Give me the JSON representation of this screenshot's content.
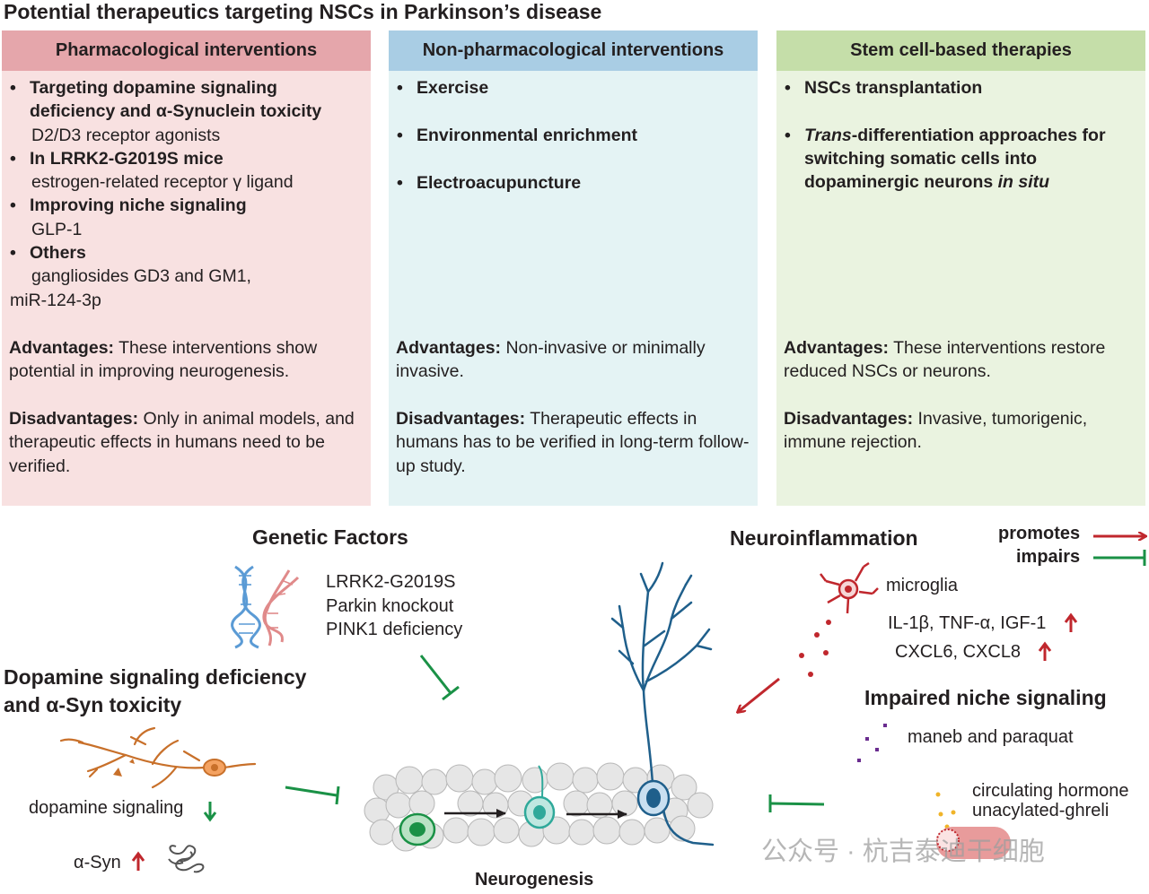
{
  "title": "Potential therapeutics targeting NSCs in Parkinson’s disease",
  "panels": {
    "pharmacological": {
      "heading": "Pharmacological interventions",
      "items": [
        {
          "title_lines": [
            "Targeting dopamine signaling",
            "deficiency and α-Synuclein toxicity"
          ],
          "sub": "D2/D3 receptor agonists"
        },
        {
          "title_lines": [
            "In LRRK2-G2019S mice"
          ],
          "sub": "estrogen-related receptor γ ligand"
        },
        {
          "title_lines": [
            "Improving niche signaling"
          ],
          "sub": "GLP-1"
        },
        {
          "title_lines": [
            "Others"
          ],
          "sub": "gangliosides GD3 and GM1,",
          "sub2": "miR-124-3p"
        }
      ],
      "adv_label": "Advantages:",
      "adv_text": " These interventions show potential in improving neurogenesis.",
      "dis_label": "Disadvantages:",
      "dis_text": " Only in animal models, and therapeutic effects in humans need to be verified."
    },
    "non_pharmacological": {
      "heading": "Non-pharmacological interventions",
      "items": [
        "Exercise",
        "Environmental enrichment",
        "Electroacupuncture"
      ],
      "adv_label": "Advantages:",
      "adv_text": " Non-invasive or minimally invasive.",
      "dis_label": "Disadvantages:",
      "dis_text": " Therapeutic effects in humans has to be verified in long-term follow-up study."
    },
    "stem_cell": {
      "heading": "Stem cell-based therapies",
      "item1": "NSCs transplantation",
      "item2_italic": "Trans",
      "item2_rest": "-differentiation approaches for switching somatic cells into dopaminergic neurons ",
      "item2_italic_end": "in situ",
      "adv_label": "Advantages:",
      "adv_text": " These interventions restore reduced NSCs or neurons.",
      "dis_label": "Disadvantages:",
      "dis_text": " Invasive, tumorigenic, immune rejection."
    }
  },
  "diagram": {
    "genetic_title": "Genetic Factors",
    "genetic_items": [
      "LRRK2-G2019S",
      "Parkin knockout",
      "PINK1 deficiency"
    ],
    "neuroinflammation_title": "Neuroinflammation",
    "microglia_label": "microglia",
    "cytokines_1": "IL-1β, TNF-α, IGF-1",
    "cytokines_2": "CXCL6, CXCL8",
    "legend_promotes": "promotes",
    "legend_impairs": "impairs",
    "dopamine_title_1": "Dopamine signaling deficiency",
    "dopamine_title_2": "and α-Syn toxicity",
    "dopamine_signaling": "dopamine signaling",
    "alpha_syn": "α-Syn",
    "niche_title": "Impaired niche signaling",
    "niche_pesticides": "maneb and paraquat",
    "hormone_1": "circulating hormone",
    "hormone_2": "unacylated-ghreli",
    "neurogenesis": "Neurogenesis",
    "watermark": "公众号 · 杭吉泰迪干细胞"
  },
  "colors": {
    "promotes": "#c0272d",
    "impairs": "#1a9146",
    "neuron": "#1f5f8b",
    "dopamine_neuron": "#c8702a",
    "dna_blue": "#5b9bd5",
    "dna_red": "#e08a8a"
  }
}
